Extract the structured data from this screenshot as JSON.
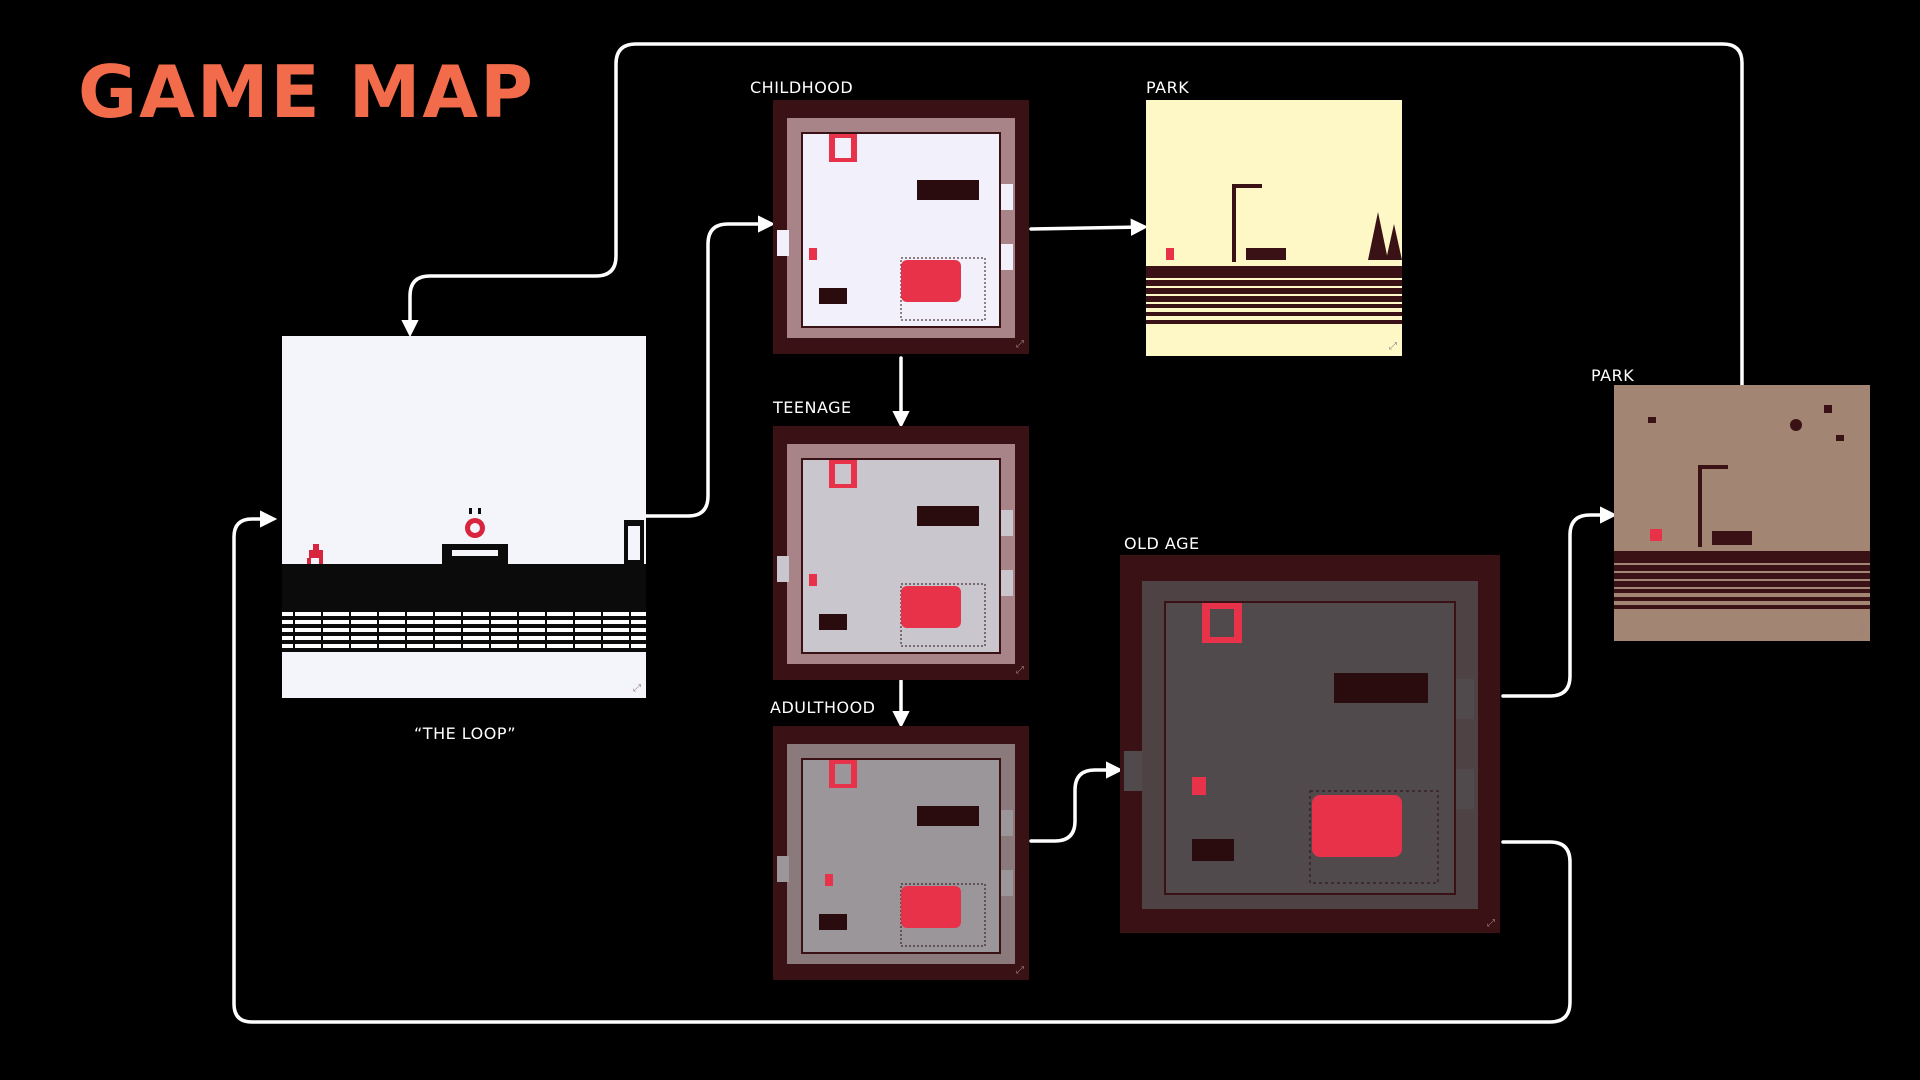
{
  "page": {
    "title": "GAME MAP"
  },
  "screens": {
    "loop": {
      "caption": "“THE LOOP”"
    },
    "childhood": {
      "label": "CHILDHOOD"
    },
    "park_day": {
      "label": "PARK"
    },
    "teenage": {
      "label": "TEENAGE"
    },
    "adulthood": {
      "label": "ADULTHOOD"
    },
    "old_age": {
      "label": "OLD AGE"
    },
    "park_night": {
      "label": "PARK"
    }
  },
  "icons": {
    "expand": "expand-icon"
  },
  "colors": {
    "title": "#f26b4a",
    "background": "#000000",
    "arrow": "#ffffff",
    "room_wall": "#3a1216",
    "accent_red": "#e8324a",
    "dark_ink": "#2a0c0f",
    "childhood_floor": "#f2f0fb",
    "teenage_floor": "#c9c6ce",
    "adulthood_floor": "#9a9699",
    "old_age_floor": "#504a4c",
    "park_day_sky": "#fdf8c6",
    "park_night_sky": "#a38574"
  }
}
